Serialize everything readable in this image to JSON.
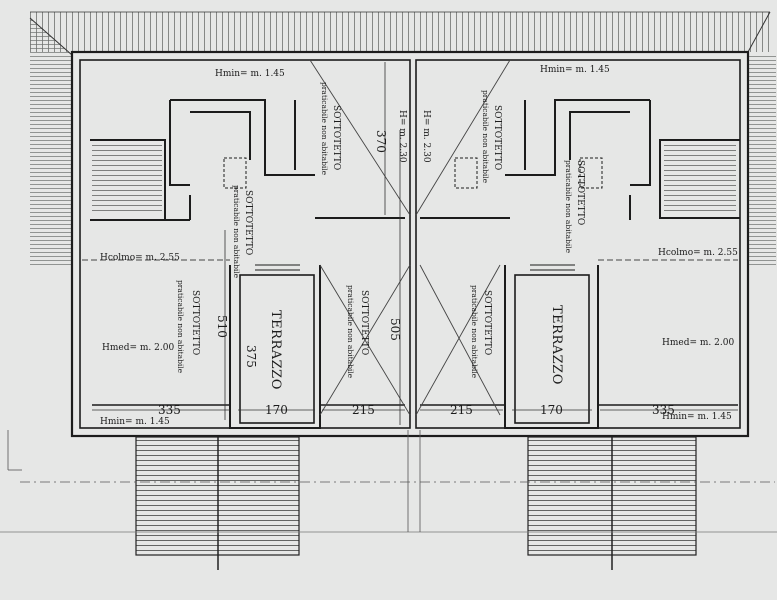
{
  "labels": {
    "h_min": "Hmin= m. 1.45",
    "h_colmo": "Hcolmo= m. 2.55",
    "h_med": "Hmed= m. 2.00",
    "h_230": "H= m. 2.30",
    "sottotetto": "SOTTOTETTO",
    "non_abitabile": "praticabile non abitabile",
    "terrazzo": "TERRAZZO"
  },
  "dimensions": {
    "d370": "370",
    "d510": "510",
    "d505": "505",
    "d375": "375",
    "d335": "335",
    "d170": "170",
    "d215": "215"
  },
  "colors": {
    "paper": "#e6e7e6",
    "ink": "#1c1c1c",
    "grid": "#8a8c8b"
  }
}
